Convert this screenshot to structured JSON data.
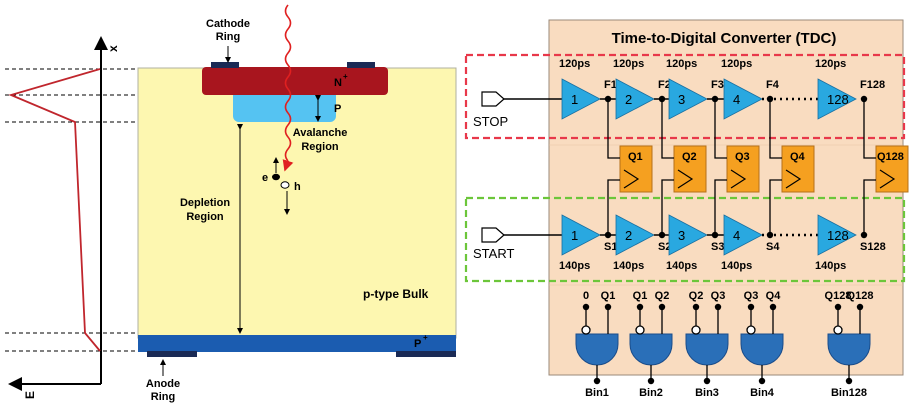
{
  "device": {
    "axis_x": "x",
    "axis_e": "E",
    "cathode_label": [
      "Cathode",
      "Ring"
    ],
    "anode_label": [
      "Anode",
      "Ring"
    ],
    "n_plus": "N",
    "p_label": "P",
    "p_plus": "P",
    "plus": "+",
    "avalanche_label": [
      "Avalanche",
      "Region"
    ],
    "depletion_label": [
      "Depletion",
      "Region"
    ],
    "bulk_label": "p-type Bulk",
    "electron": "e",
    "hole": "h"
  },
  "tdc": {
    "title": "Time-to-Digital Converter (TDC)",
    "stop_label": "STOP",
    "start_label": "START",
    "stop_delays": [
      "120ps",
      "120ps",
      "120ps",
      "120ps",
      "120ps"
    ],
    "start_delays": [
      "140ps",
      "140ps",
      "140ps",
      "140ps",
      "140ps"
    ],
    "buffers": [
      "1",
      "2",
      "3",
      "4",
      "128"
    ],
    "f_nodes": [
      "F1",
      "F2",
      "F3",
      "F4",
      "F128"
    ],
    "s_nodes": [
      "S1",
      "S2",
      "S3",
      "S4",
      "S128"
    ],
    "flipflops": [
      "Q1",
      "Q2",
      "Q3",
      "Q4",
      "Q128"
    ],
    "gate_inputs": [
      [
        "0",
        "Q1"
      ],
      [
        "Q1",
        "Q2"
      ],
      [
        "Q2",
        "Q3"
      ],
      [
        "Q3",
        "Q4"
      ],
      [
        "Q128",
        "Q128"
      ]
    ],
    "bins": [
      "Bin1",
      "Bin2",
      "Bin3",
      "Bin4",
      "Bin128"
    ],
    "colors": {
      "panel": "#f9dcc0",
      "buffer": "#29a8e0",
      "flipflop": "#f5a020",
      "gate": "#2a6fb8",
      "stop_box": "#e8384a",
      "start_box": "#6cc63a"
    }
  }
}
